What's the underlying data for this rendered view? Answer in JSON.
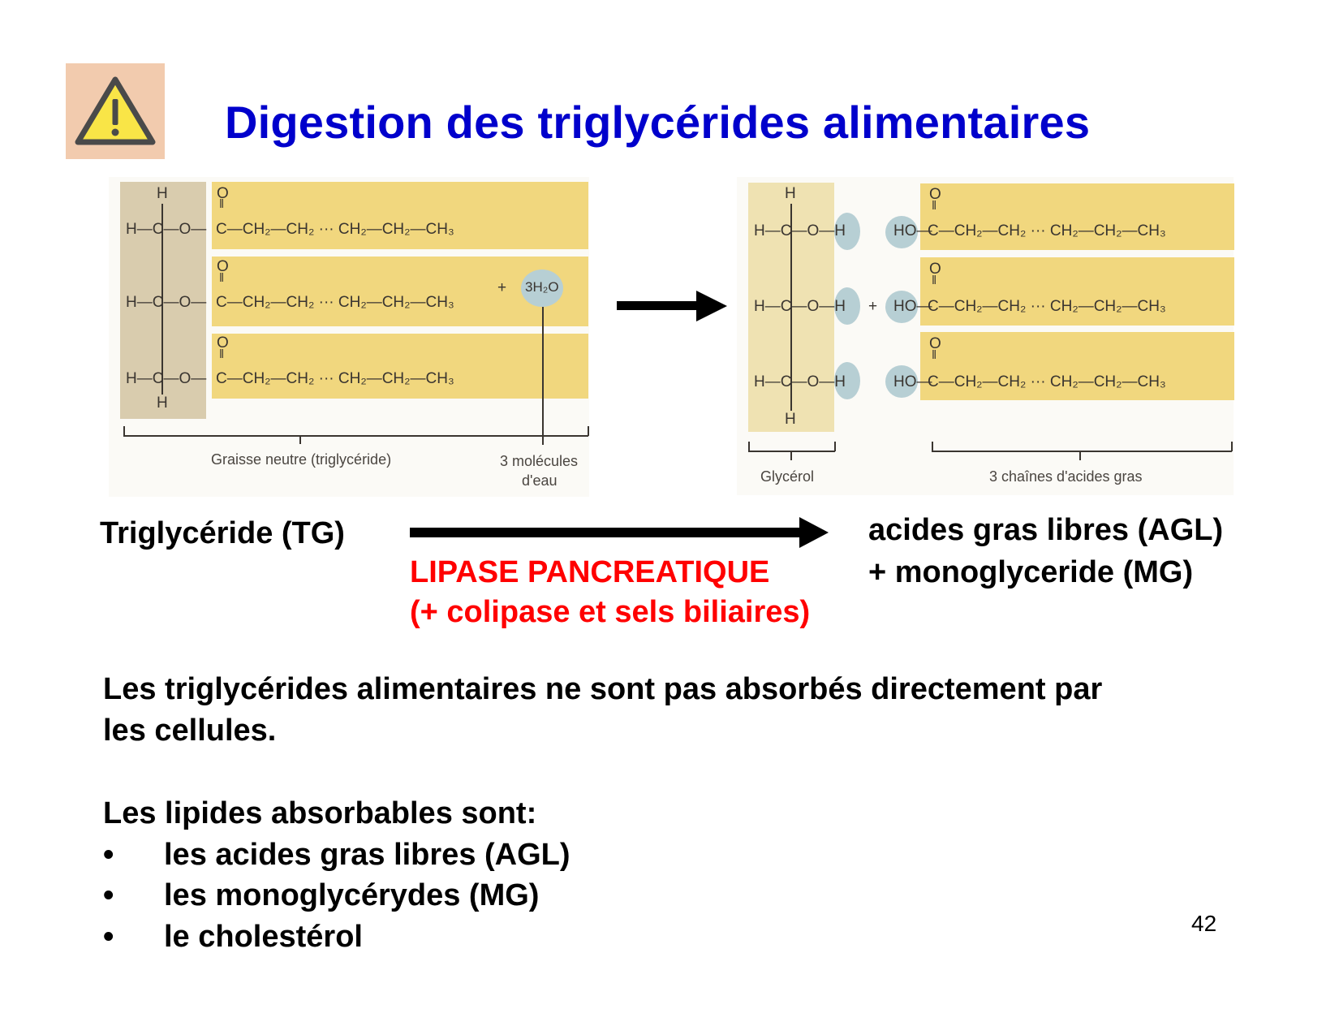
{
  "slide": {
    "title": "Digestion des triglycérides alimentaires",
    "icon": "warning-icon",
    "page_number": "42",
    "colors": {
      "title": "#0000CC",
      "enzyme": "#FF0000",
      "icon_background": "#F2CBAE",
      "icon_fill": "#F9E547",
      "glycerol_block": "#D9CCAE",
      "fatty_acid_block": "#F1D77E",
      "water_drop": "#B7CFD4"
    }
  },
  "diagram": {
    "left": {
      "rows": [
        {
          "glycerol": "H—C—O—",
          "chain_top": "O",
          "chain": "C—CH₂—CH₂ ··· CH₂—CH₂—CH₃"
        },
        {
          "glycerol": "H—C—O—",
          "chain_top": "O",
          "chain": "C—CH₂—CH₂ ··· CH₂—CH₂—CH₃"
        },
        {
          "glycerol": "H—C—O—",
          "chain_top": "O",
          "chain": "C—CH₂—CH₂ ··· CH₂—CH₂—CH₃"
        }
      ],
      "top_h": "H",
      "bottom_h": "H",
      "plus": "+",
      "water": "3H₂O",
      "label_fat": "Graisse neutre (triglycéride)",
      "label_water_1": "3 molécules",
      "label_water_2": "d'eau"
    },
    "right": {
      "rows": [
        {
          "glycerol": "H—C—O—H",
          "acid": "HO—",
          "chain_top": "O",
          "chain": "C—CH₂—CH₂ ··· CH₂—CH₂—CH₃"
        },
        {
          "glycerol": "H—C—O—H",
          "acid": "HO—",
          "chain_top": "O",
          "chain": "C—CH₂—CH₂ ··· CH₂—CH₂—CH₃"
        },
        {
          "glycerol": "H—C—O—H",
          "acid": "HO—",
          "chain_top": "O",
          "chain": "C—CH₂—CH₂ ··· CH₂—CH₂—CH₃"
        }
      ],
      "top_h": "H",
      "bottom_h": "H",
      "plus": "+",
      "label_glycerol": "Glycérol",
      "label_chains": "3 chaînes d'acides gras"
    }
  },
  "reaction": {
    "substrate": "Triglycéride (TG)",
    "enzyme": "LIPASE PANCREATIQUE",
    "cofactors": "(+ colipase et sels biliaires)",
    "product_1": "acides gras libres (AGL)",
    "product_2": "+ monoglyceride (MG)"
  },
  "body": {
    "paragraph_line_1": "Les triglycérides alimentaires ne sont pas absorbés directement par",
    "paragraph_line_2": "les cellules.",
    "list_heading": "Les lipides absorbables sont:",
    "bullet_char": "•",
    "items": [
      "les acides gras libres (AGL)",
      "les monoglycérydes (MG)",
      "le cholestérol"
    ]
  }
}
